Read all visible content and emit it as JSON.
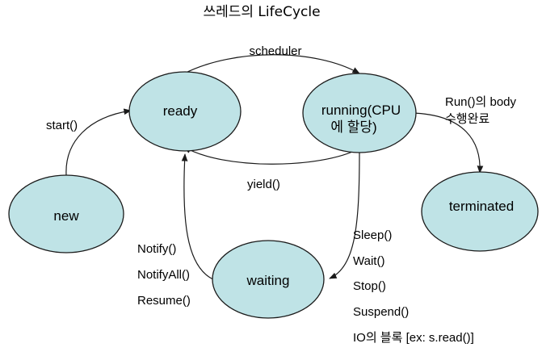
{
  "title": "쓰레드의 LifeCycle",
  "colors": {
    "node_fill": "#bfe3e6",
    "stroke": "#1a1a1a"
  },
  "nodes": {
    "ready": "ready",
    "running": [
      "running(CPU",
      "에 할당)"
    ],
    "new": "new",
    "waiting": "waiting",
    "terminated": "terminated"
  },
  "edges": {
    "scheduler": "scheduler",
    "start": "start()",
    "yield": "yield()",
    "run_done": [
      "Run()의  body",
      "수행완료"
    ],
    "wake": [
      "Notify()",
      "NotifyAll()",
      "Resume()"
    ],
    "block": [
      "Sleep()",
      "Wait()",
      "Stop()",
      "Suspend()",
      "IO의  블록  [ex: s.read()]"
    ]
  }
}
